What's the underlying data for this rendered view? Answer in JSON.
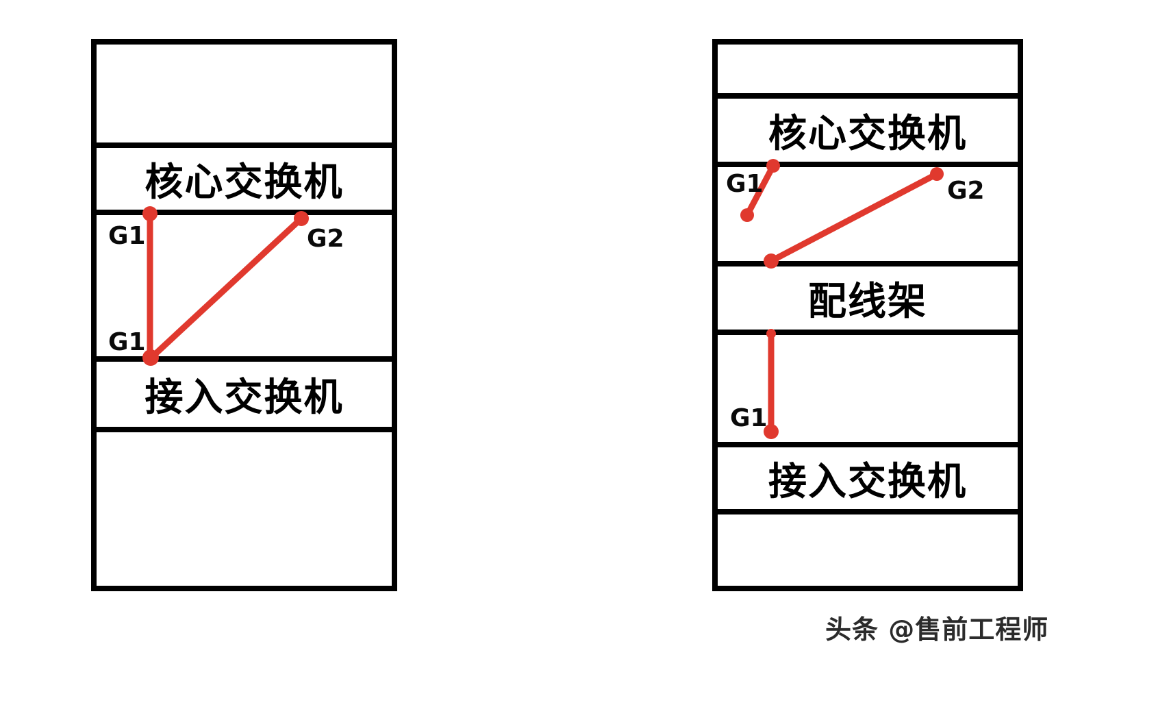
{
  "colors": {
    "cable": "#e0392e",
    "structure": "#000000",
    "background": "#ffffff",
    "watermark": "#2b2b2b"
  },
  "left_rack": {
    "core_switch_label": "核心交换机",
    "access_switch_label": "接入交换机",
    "ports": {
      "g1_top": "G1",
      "g1_bottom": "G1",
      "g2": "G2"
    }
  },
  "right_rack": {
    "core_switch_label": "核心交换机",
    "patch_panel_label": "配线架",
    "access_switch_label": "接入交换机",
    "ports": {
      "g1_top": "G1",
      "g2": "G2",
      "g1_bottom": "G1"
    }
  },
  "watermark": "头条 @售前工程师"
}
